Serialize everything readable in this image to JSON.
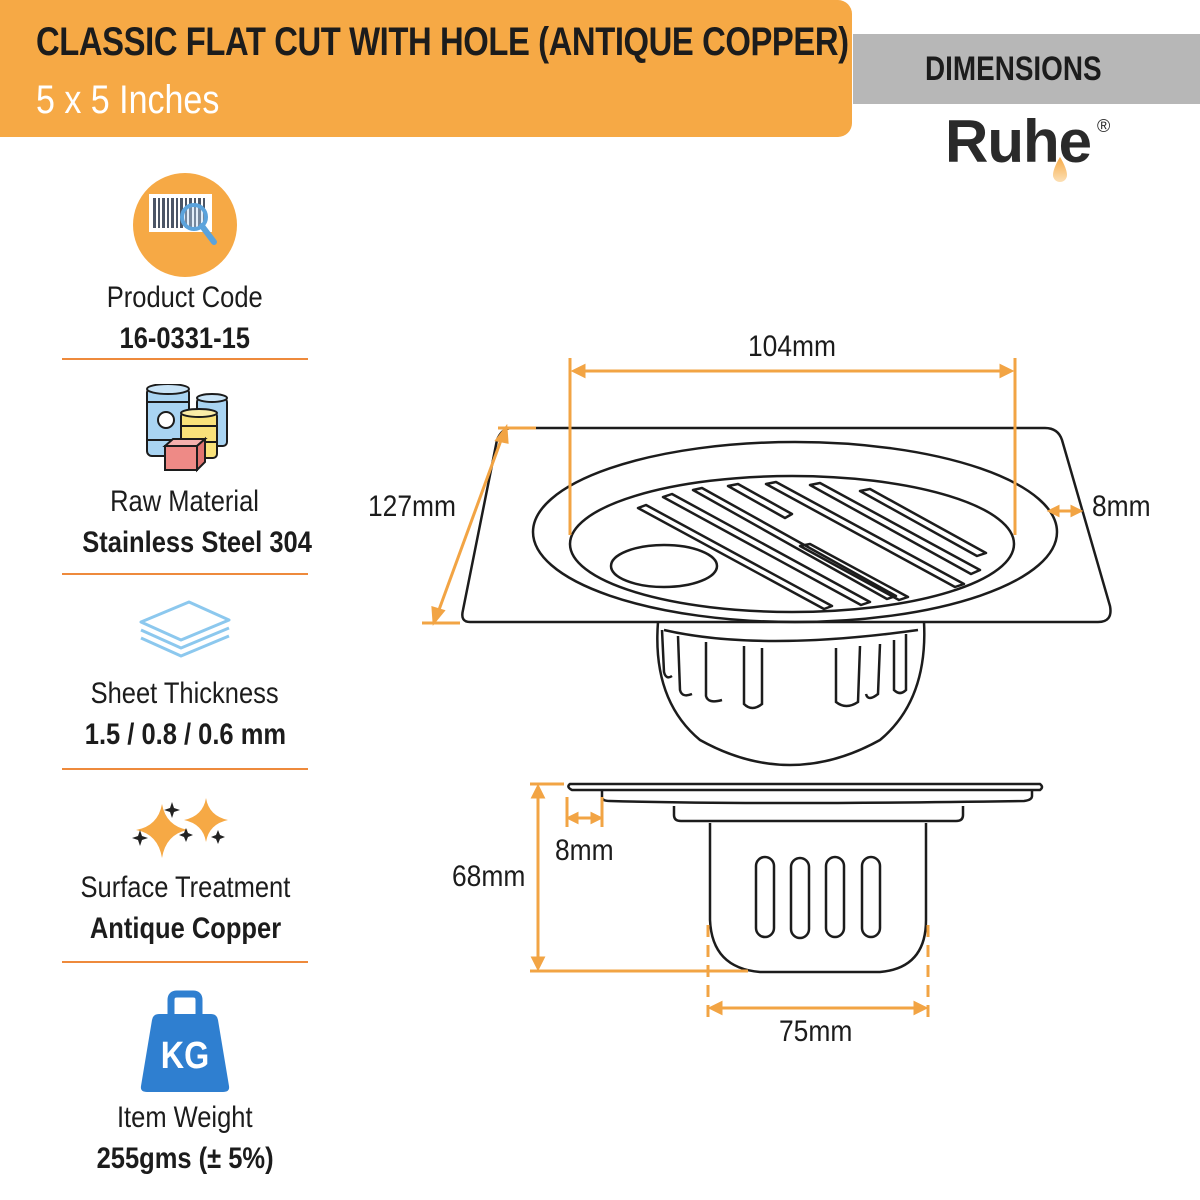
{
  "header": {
    "title": "CLASSIC FLAT CUT WITH HOLE (ANTIQUE COPPER)",
    "subtitle": "5 x 5 Inches",
    "background_color": "#F6A945"
  },
  "dimensions_bar": {
    "label": "DIMENSIONS",
    "background_color": "#B7B7B7"
  },
  "brand": {
    "name": "Ruhe",
    "registered_mark": "®"
  },
  "specs": [
    {
      "icon": "barcode-magnifier-icon",
      "name": "Product Code",
      "value": "16-0331-15"
    },
    {
      "icon": "raw-material-drums-icon",
      "name": "Raw Material",
      "value": "Stainless Steel 304"
    },
    {
      "icon": "stacked-sheets-icon",
      "name": "Sheet Thickness",
      "value": "1.5 / 0.8 / 0.6 mm"
    },
    {
      "icon": "sparkle-icon",
      "name": "Surface Treatment",
      "value": "Antique Copper"
    },
    {
      "icon": "kg-weight-icon",
      "name": "Item Weight",
      "value": "255gms (± 5%)"
    }
  ],
  "divider_color": "#EE8A3C",
  "drawing": {
    "dimension_color": "#F2A444",
    "top_view": {
      "grate_diameter": "104mm",
      "plate_length": "127mm",
      "rim_width": "8mm"
    },
    "side_view": {
      "total_height": "68mm",
      "flange_offset": "8mm",
      "body_width": "75mm"
    }
  }
}
